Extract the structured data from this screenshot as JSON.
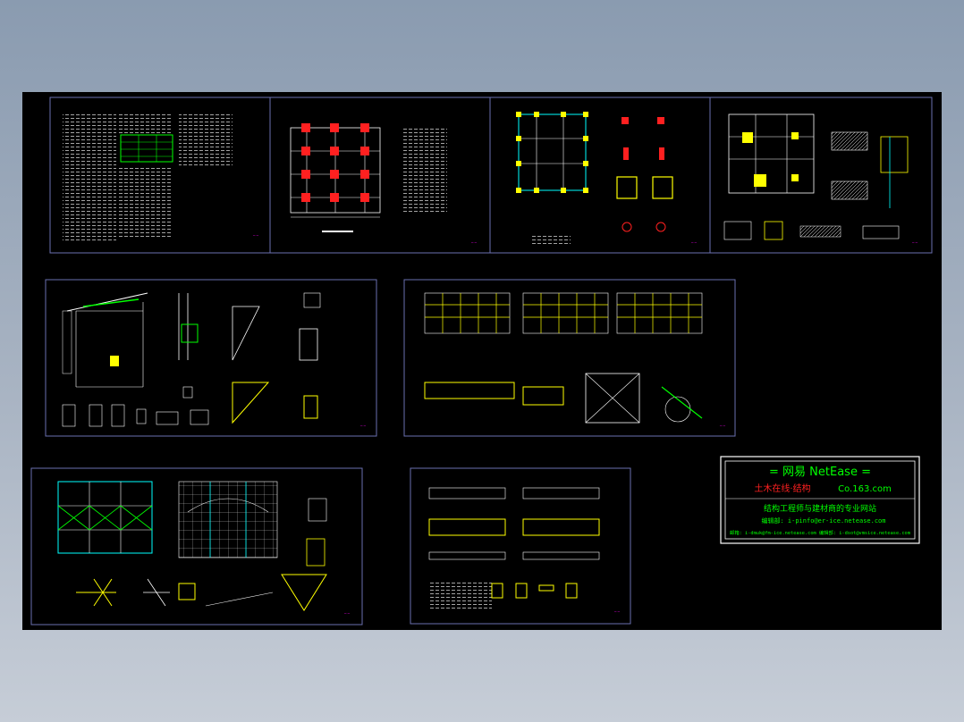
{
  "colors": {
    "sheet_border": "#6a6fb0",
    "yellow": "#ffff00",
    "red": "#ff2020",
    "green": "#00ff00",
    "white": "#ffffff",
    "cyan": "#00ffff",
    "magenta": "#ff00ff"
  },
  "title_block": {
    "line1": "= 网易 NetEase =",
    "line2_left": "土木在线·结构",
    "line2_right": "Co.163.com",
    "line3": "结构工程师与建材商的专业网站",
    "line4": "编辑部: i-pinfo@er-ice.netease.com",
    "line5": "邮箱: i-dmuk@fm-ice.netease.com  编辑部: i-dsot@vmsice.netease.com"
  }
}
